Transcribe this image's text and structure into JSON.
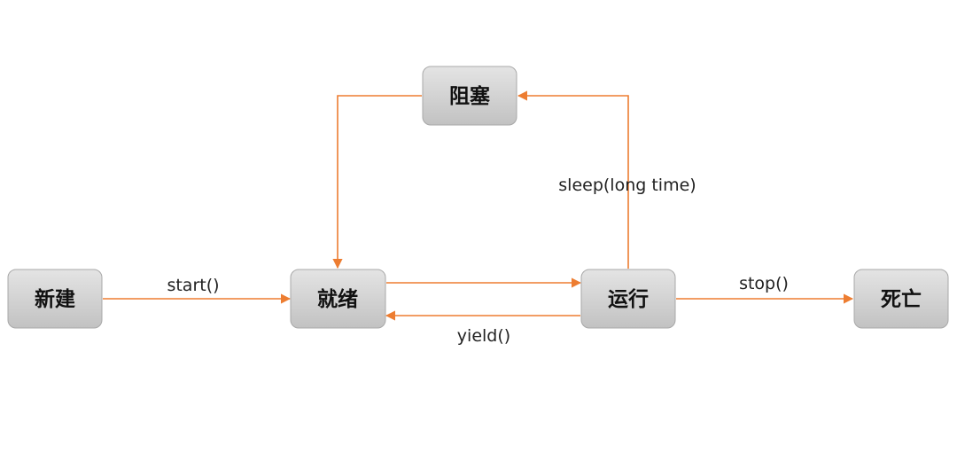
{
  "nodes": {
    "new": "新建",
    "ready": "就绪",
    "running": "运行",
    "blocked": "阻塞",
    "dead": "死亡"
  },
  "edges": {
    "start": "start()",
    "yield": "yield()",
    "stop": "stop()",
    "sleep": "sleep(long time)"
  },
  "colors": {
    "arrow": "#ed7d31",
    "node_fill_top": "#e4e4e4",
    "node_fill_bottom": "#c2c2c2",
    "node_border": "#a8a8a8"
  }
}
